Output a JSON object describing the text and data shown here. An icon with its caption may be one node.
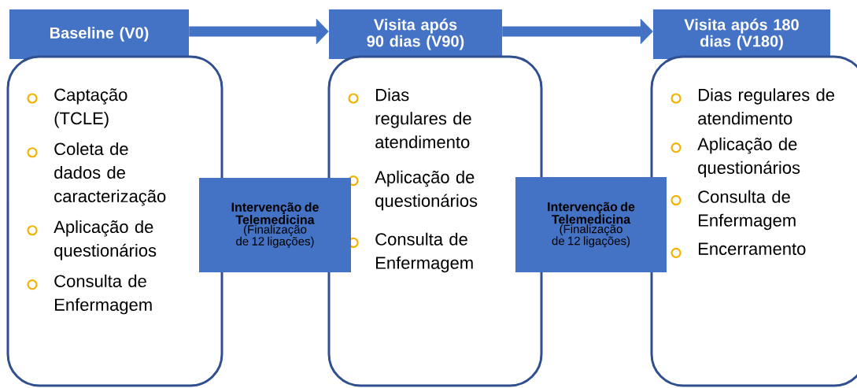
{
  "diagram": {
    "nodes": [
      {
        "text": [
          "Baseline (V0)"
        ]
      },
      {
        "text": [
          "Captação (TCLE)",
          "Coleta de dados de caracterização",
          "Aplicação de questionários",
          "Consulta de Enfermagem"
        ]
      },
      {
        "text": [
          "Visita após 90 dias (V90)"
        ]
      },
      {
        "text": [
          "Dias regulares de atendimento",
          "Aplicação de questionários",
          "Consulta de Enfermagem"
        ]
      },
      {
        "text": [
          "Visita após 180 dias (V180)"
        ]
      },
      {
        "text": [
          "Dias regulares de atendimento",
          "Aplicação de questionários",
          "Consulta de Enfermagem",
          "Encerramento"
        ]
      },
      {
        "text": [
          "Intervenção de Telemedicina",
          "(Finalização de 12 ligações)"
        ]
      },
      {
        "text": [
          "Intervenção de Telemedicina",
          "(Finalização de 12 ligações)"
        ]
      }
    ],
    "edges": [
      {
        "from": 0,
        "to": 2,
        "arrow": "to"
      },
      {
        "from": 2,
        "to": 4,
        "arrow": "to"
      }
    ]
  }
}
